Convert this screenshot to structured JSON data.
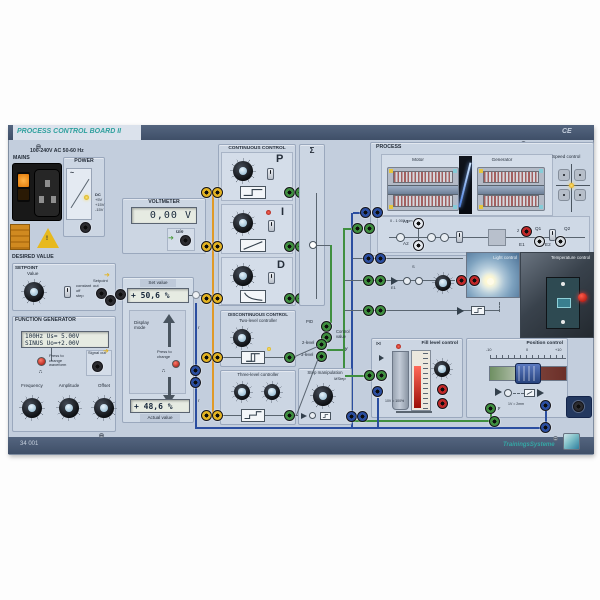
{
  "header": {
    "title": "PROCESS CONTROL BOARD II",
    "ce": "CE"
  },
  "footer": {
    "part_number": "34 001",
    "brand": "TrainingsSysteme"
  },
  "power": {
    "rating": "100-240V AC 50-60 Hz",
    "mains": "MAINS",
    "label": "POWER",
    "ac": "~",
    "dc": "DC",
    "v5": "+5V",
    "v15": "+15V",
    "vm15": "-15V"
  },
  "voltmeter": {
    "label": "VOLTMETER",
    "reading": "0,00 V",
    "input": "Uin"
  },
  "desired_value": {
    "header": "DESIRED VALUE",
    "setpoint": "SETPOINT",
    "value": "Value",
    "sw_constant": "constant",
    "sw_off": "off",
    "sw_step": "step",
    "out": "Setpoint out"
  },
  "function_generator": {
    "header": "FUNCTION GENERATOR",
    "lcd_line1": "100Hz Us= 5.00V",
    "lcd_line2": "SINUS Uo=+2.00V",
    "press": "Press to change waveform",
    "signal_out": "Signal out",
    "knob_frequency": "Frequency",
    "knob_amplitude": "Amplitude",
    "knob_offset": "Offset"
  },
  "display_module": {
    "set_label": "Set value",
    "set_value": "+ 50,6 %",
    "mode": "Display mode",
    "press": "Press to change",
    "actual_value": "+ 48,6 %",
    "actual_label": "Actual value",
    "feedback": "r"
  },
  "continuous": {
    "header": "CONTINUOUS CONTROL",
    "p": "P",
    "i": "I",
    "d": "D",
    "sum": "Σ"
  },
  "discontinuous": {
    "header": "DISCONTINUOUS CONTROL",
    "two_level": "Two-level controller",
    "three_level": "Three-level controller",
    "step_manipulation": "Step manipulation",
    "m_step": "MStep",
    "pid": "PID",
    "tag_two": "2-level",
    "tag_three": "3-level",
    "control_value": "Control value",
    "y": "y"
  },
  "process": {
    "header": "PROCESS",
    "motor": "Motor",
    "generator": "Generator",
    "speed": "Speed control",
    "rpm": "0 - 1 000 rpm",
    "a1": "A1",
    "a2": "A2",
    "z": "z",
    "q1": "Q1",
    "q2": "Q2",
    "e1": "E1",
    "e2": "E2",
    "light": "Light control",
    "temperature": "Temperature control",
    "sensor_e1": "E1",
    "sensor_s": "S",
    "fill": "Fill level control",
    "fill_note": "10V = 100%",
    "position": "Position control",
    "pos_note": "1V = 2mm",
    "scale": {
      "neg": "-10",
      "zero": "0",
      "pos": "+10"
    },
    "y": "y"
  },
  "colors": {
    "panel": "#c3cedd",
    "bar": "#46566e",
    "brand_teal": "#2fa09e",
    "connector_yellow": "#e3b322",
    "connector_green": "#3f8f3f",
    "connector_blue": "#2b4ea0",
    "connector_red": "#c02828",
    "wire_orange": "#e09a28"
  }
}
